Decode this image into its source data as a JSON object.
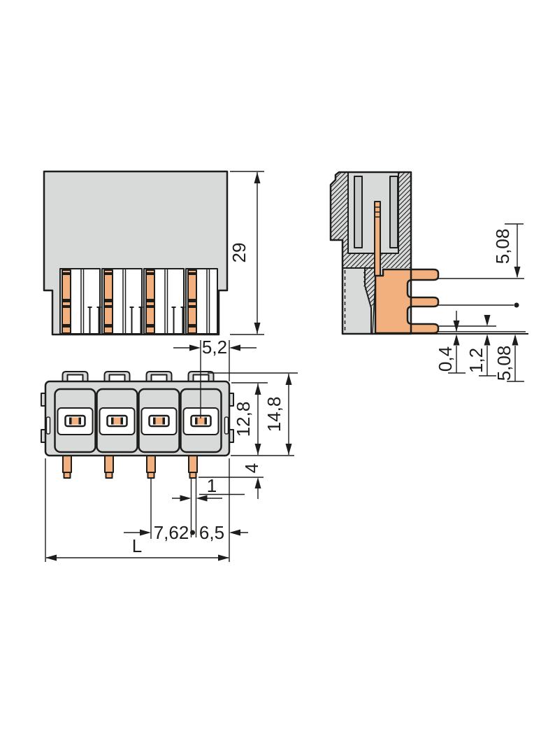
{
  "colors": {
    "bg": "#ffffff",
    "body": "#d8dada",
    "slot": "#c7c9c9",
    "contact": "#f1b07e",
    "line": "#1d1d1b"
  },
  "views": {
    "front": {
      "dims": {
        "overall_height": "29"
      }
    },
    "side": {
      "dims": {
        "row_pitch_top": "5,08",
        "pin_protrusion": "0,4",
        "pin_thickness": "1,2",
        "row_pitch_bottom": "5,08"
      }
    },
    "bottom": {
      "dims": {
        "pole_to_edge": "5,2",
        "body_depth": "12,8",
        "overall_depth": "14,8",
        "pin_length": "4",
        "pin_width": "1",
        "pin_pitch": "7,62",
        "edge_distance": "6,5",
        "overall_length": "L"
      }
    }
  }
}
